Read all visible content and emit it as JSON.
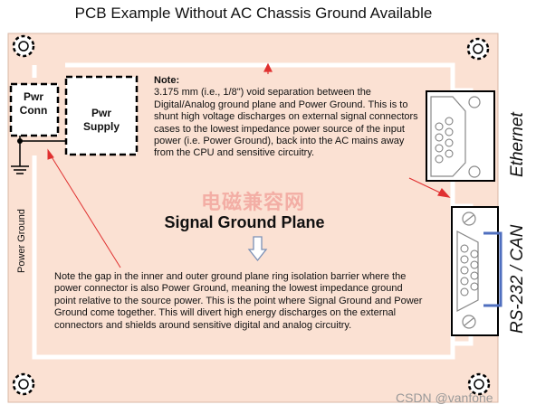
{
  "title": "PCB Example Without AC Chassis Ground Available",
  "note": {
    "heading": "Note:",
    "body": "3.175 mm (i.e., 1/8\") void separation between the Digital/Analog ground plane and Power Ground. This is to shunt high voltage discharges on external signal connectors cases to the lowest impedance power source of the input power (i.e. Power Ground), back into the AC mains away from the CPU and sensitive circuitry."
  },
  "signal_ground_label": "Signal Ground Plane",
  "note2": "Note the gap in the inner and outer ground plane ring isolation barrier where the power connector is also Power Ground, meaning the lowest impedance ground point relative to the source power. This is the point where Signal Ground and Power Ground come together. This will divert high energy discharges on the external connectors and shields around sensitive digital and analog circuitry.",
  "pwr_conn": {
    "line1": "Pwr",
    "line2": "Conn"
  },
  "pwr_supply": {
    "line1": "Pwr",
    "line2": "Supply"
  },
  "power_ground_label": "Power Ground",
  "ethernet_label": "Ethernet",
  "rs232_label": "RS-232 / CAN",
  "watermark": "电磁兼容网",
  "credit": "CSDN @vanfone",
  "colors": {
    "board_fill": "#fbe1d3",
    "void_line": "#ffffff",
    "arrow_red": "#e03030",
    "arrow_blue": "#7a8fb5",
    "connector_blue": "#4f6fbf"
  }
}
